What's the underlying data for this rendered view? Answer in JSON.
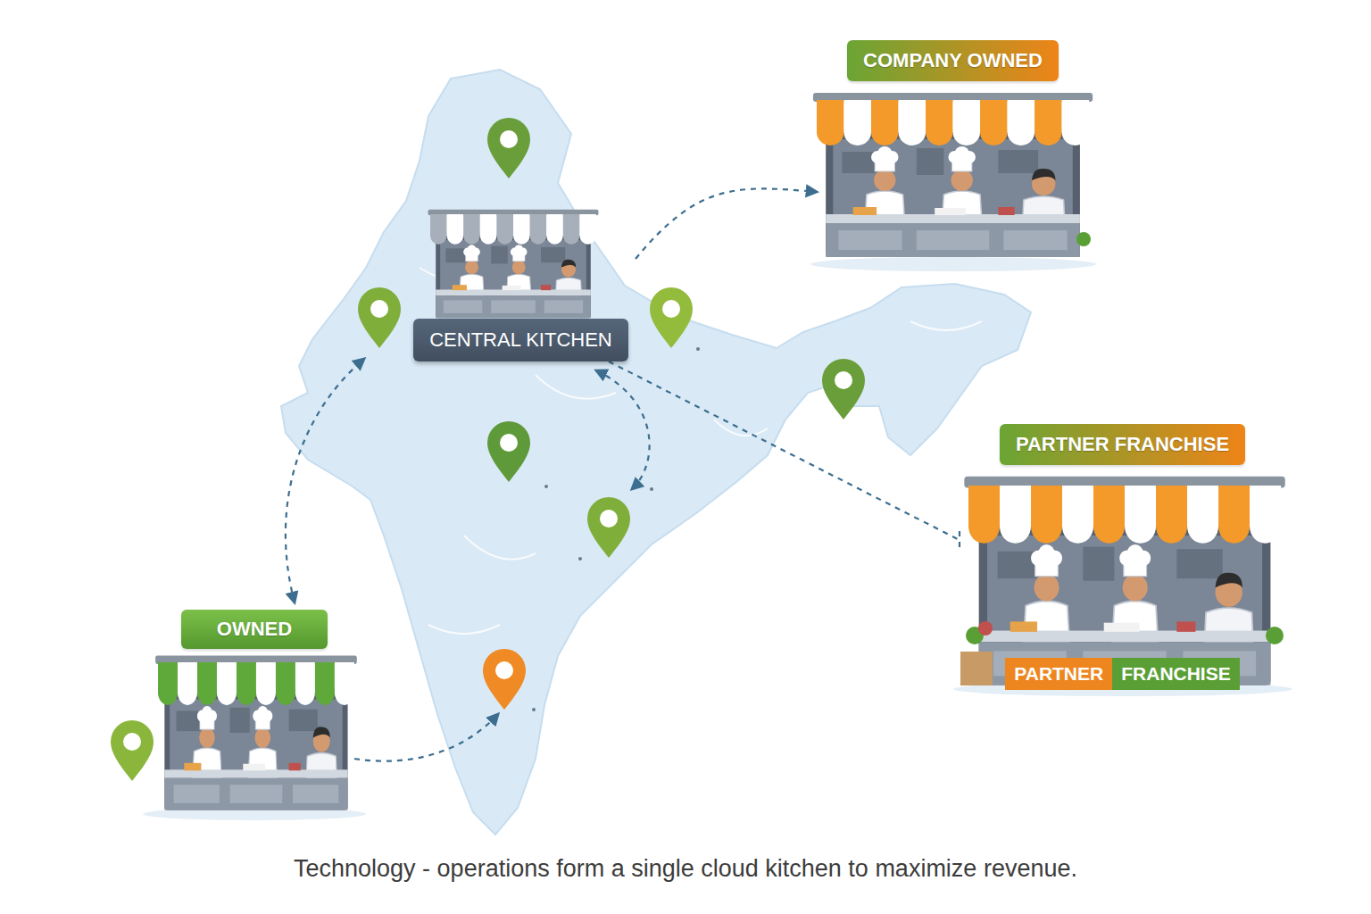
{
  "diagram": {
    "caption": "Technology - operations form a single cloud kitchen to maximize revenue.",
    "nodes": [
      {
        "text": [
          "CENTRAL KITCHEN"
        ]
      },
      {
        "text": [
          "COMPANY OWNED"
        ]
      },
      {
        "text": [
          "PARTNER FRANCHISE",
          "PARTNER",
          "FRANCHISE"
        ]
      },
      {
        "text": [
          "OWNED"
        ]
      }
    ],
    "edges": [
      {
        "from": 0,
        "to": 1,
        "arrow": "to"
      },
      {
        "from": 0,
        "to": 2,
        "arrow": "none"
      }
    ]
  }
}
